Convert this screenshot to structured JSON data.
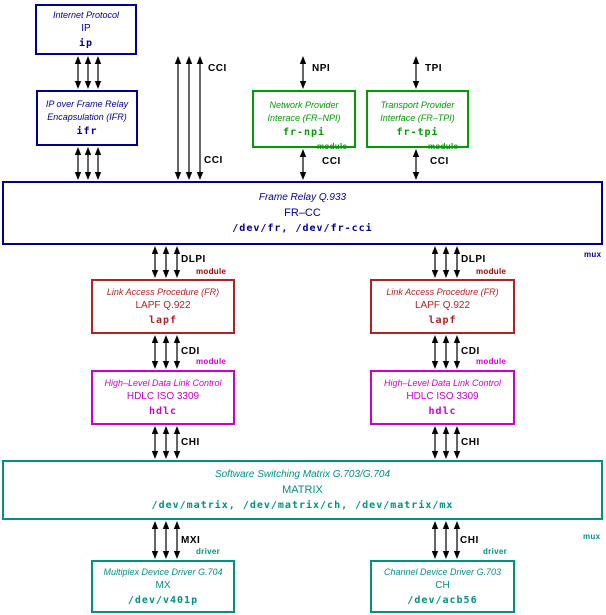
{
  "diagram": {
    "boxes": {
      "ip": {
        "title": "Internet Protocol",
        "name": "IP",
        "code": "ip"
      },
      "ifr": {
        "title1": "IP over Frame Relay",
        "title2": "Encapsulation (IFR)",
        "code": "ifr"
      },
      "fr_npi": {
        "title1": "Network Provider",
        "title2": "Interace (FR–NPI)",
        "code": "fr-npi"
      },
      "fr_tpi": {
        "title1": "Transport Provider",
        "title2": "Interface (FR–TPI)",
        "code": "fr-tpi"
      },
      "fr_cc": {
        "title": "Frame Relay Q.933",
        "name": "FR–CC",
        "code": "/dev/fr, /dev/fr-cci"
      },
      "lapf": {
        "title": "Link Access Procedure (FR)",
        "name": "LAPF Q.922",
        "code": "lapf"
      },
      "hdlc": {
        "title": "High–Level Data Link Control",
        "name": "HDLC ISO 3309",
        "code": "hdlc"
      },
      "matrix": {
        "title": "Software Switching Matrix G.703/G.704",
        "name": "MATRIX",
        "code": "/dev/matrix, /dev/matrix/ch, /dev/matrix/mx"
      },
      "mx": {
        "title": "Multiplex Device Driver G.704",
        "name": "MX",
        "code": "/dev/v401p"
      },
      "ch": {
        "title": "Channel Device Driver G.703",
        "name": "CH",
        "code": "/dev/acb56"
      }
    },
    "interfaces": {
      "cci": "CCI",
      "npi": "NPI",
      "tpi": "TPI",
      "dlpi": "DLPI",
      "cdi": "CDI",
      "chi": "CHI",
      "mxi": "MXI"
    },
    "tags": {
      "module": "module",
      "driver": "driver",
      "mux": "mux"
    },
    "colors": {
      "navy": "#000090",
      "green": "#009C00",
      "red": "#B22222",
      "darkred": "#990000",
      "magenta": "#CC00CC",
      "teal": "#009185",
      "black": "#000000"
    }
  }
}
